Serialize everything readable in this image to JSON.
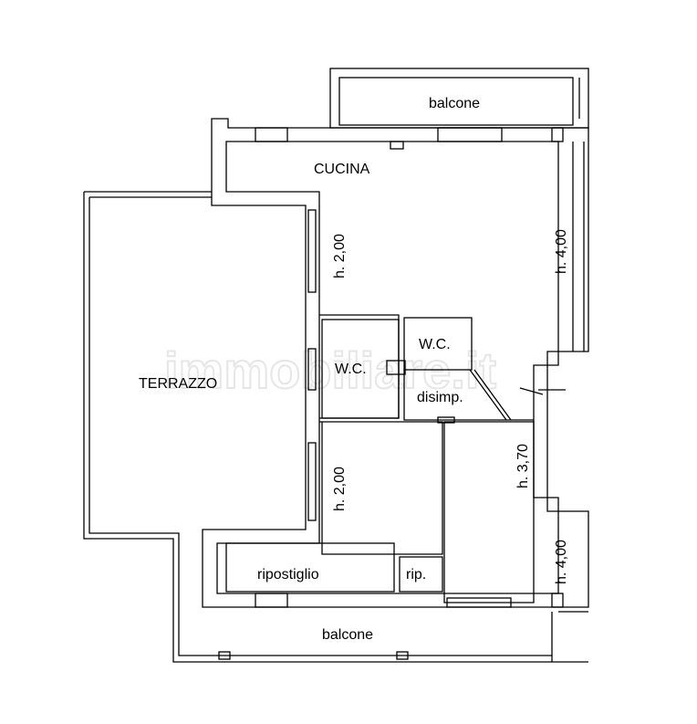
{
  "plan": {
    "rooms": {
      "balcone_top": "balcone",
      "cucina": "CUCINA",
      "terrazzo": "TERRAZZO",
      "wc_left": "W.C.",
      "wc_right": "W.C.",
      "disimpegno": "disimp.",
      "ripostiglio": "ripostiglio",
      "rip": "rip.",
      "balcone_bottom": "balcone"
    },
    "heights": {
      "kitchen_left": "h. 2,00",
      "kitchen_right": "h. 4,00",
      "room_lower_left": "h. 2,00",
      "room_lower_right": "h. 3,70",
      "room_corner": "h. 4,00"
    },
    "watermark": "immobiliare.it"
  }
}
